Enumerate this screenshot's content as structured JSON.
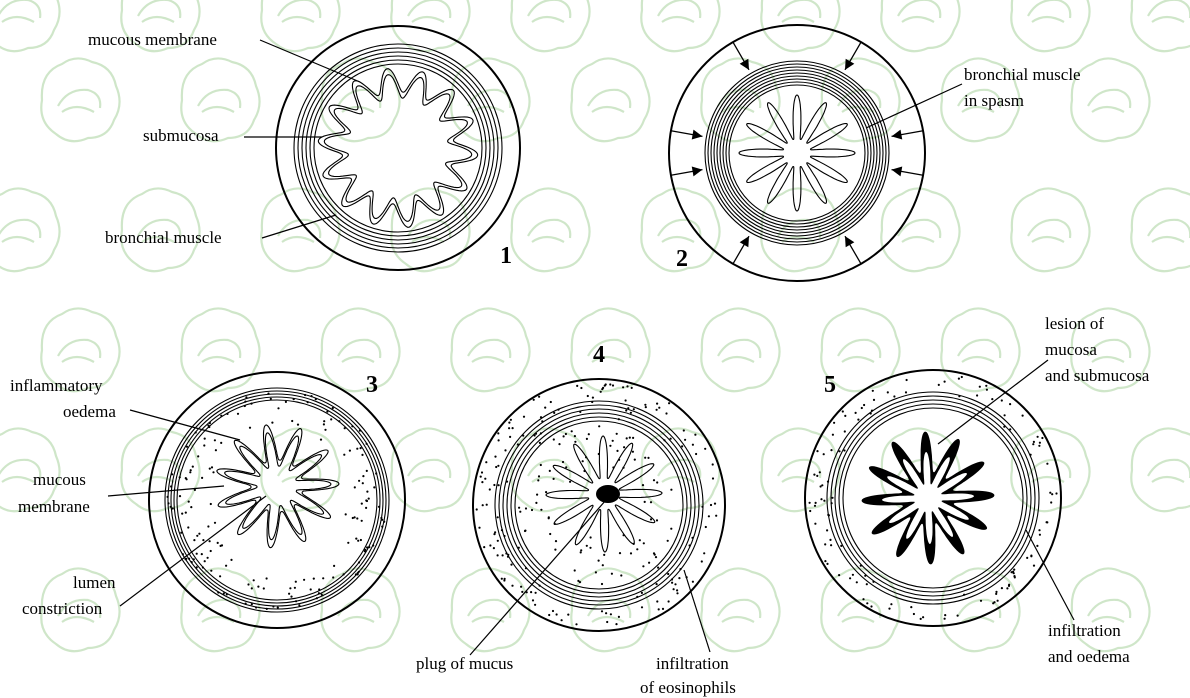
{
  "diagram": {
    "panel_numbers": [
      "1",
      "2",
      "3",
      "4",
      "5"
    ],
    "panel1": {
      "mucous_membrane": "mucous membrane",
      "submucosa": "submucosa",
      "bronchial_muscle": "bronchial muscle"
    },
    "panel2": {
      "spasm_line1": "bronchial muscle",
      "spasm_line2": "in spasm"
    },
    "panel3": {
      "oedema_line1": "inflammatory",
      "oedema_line2": "oedema",
      "mucous_line1": "mucous",
      "mucous_line2": "membrane",
      "lumen_line1": "lumen",
      "lumen_line2": "constriction"
    },
    "panel4": {
      "plug": "plug  of mucus",
      "infiltration_line1": "infiltration",
      "infiltration_line2": "of eosinophils"
    },
    "panel5": {
      "lesion_line1": "lesion of",
      "lesion_line2": "mucosa",
      "lesion_line3": "and submucosa",
      "infiltration_line1": "infiltration",
      "infiltration_line2": "and oedema"
    }
  }
}
